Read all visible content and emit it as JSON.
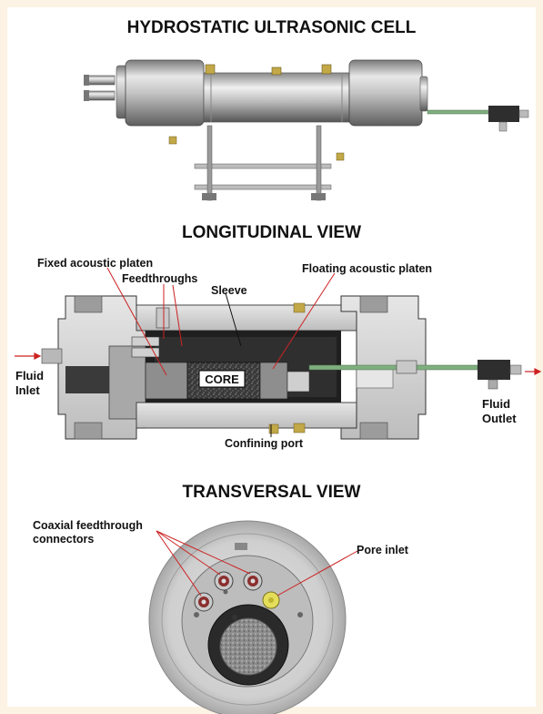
{
  "titles": {
    "top": "HYDROSTATIC ULTRASONIC CELL",
    "middle": "LONGITUDINAL VIEW",
    "bottom": "TRANSVERSAL VIEW"
  },
  "labels": {
    "fixed_platen": "Fixed acoustic platen",
    "feedthroughs": "Feedthroughs",
    "sleeve": "Sleeve",
    "floating_platen": "Floating acoustic platen",
    "fluid_inlet_1": "Fluid",
    "fluid_inlet_2": "Inlet",
    "core": "CORE",
    "fluid_outlet_1": "Fluid",
    "fluid_outlet_2": "Outlet",
    "confining_port": "Confining port",
    "coaxial_1": "Coaxial feedthrough",
    "coaxial_2": "connectors",
    "pore_inlet": "Pore inlet"
  },
  "colors": {
    "arrow_red": "#cc2222",
    "steel_light": "#d9d9d9",
    "steel_dark": "#6e6e6e",
    "brass": "#b49a3c",
    "tube_green": "#7fae7f",
    "core_dark": "#2e2e2e"
  }
}
